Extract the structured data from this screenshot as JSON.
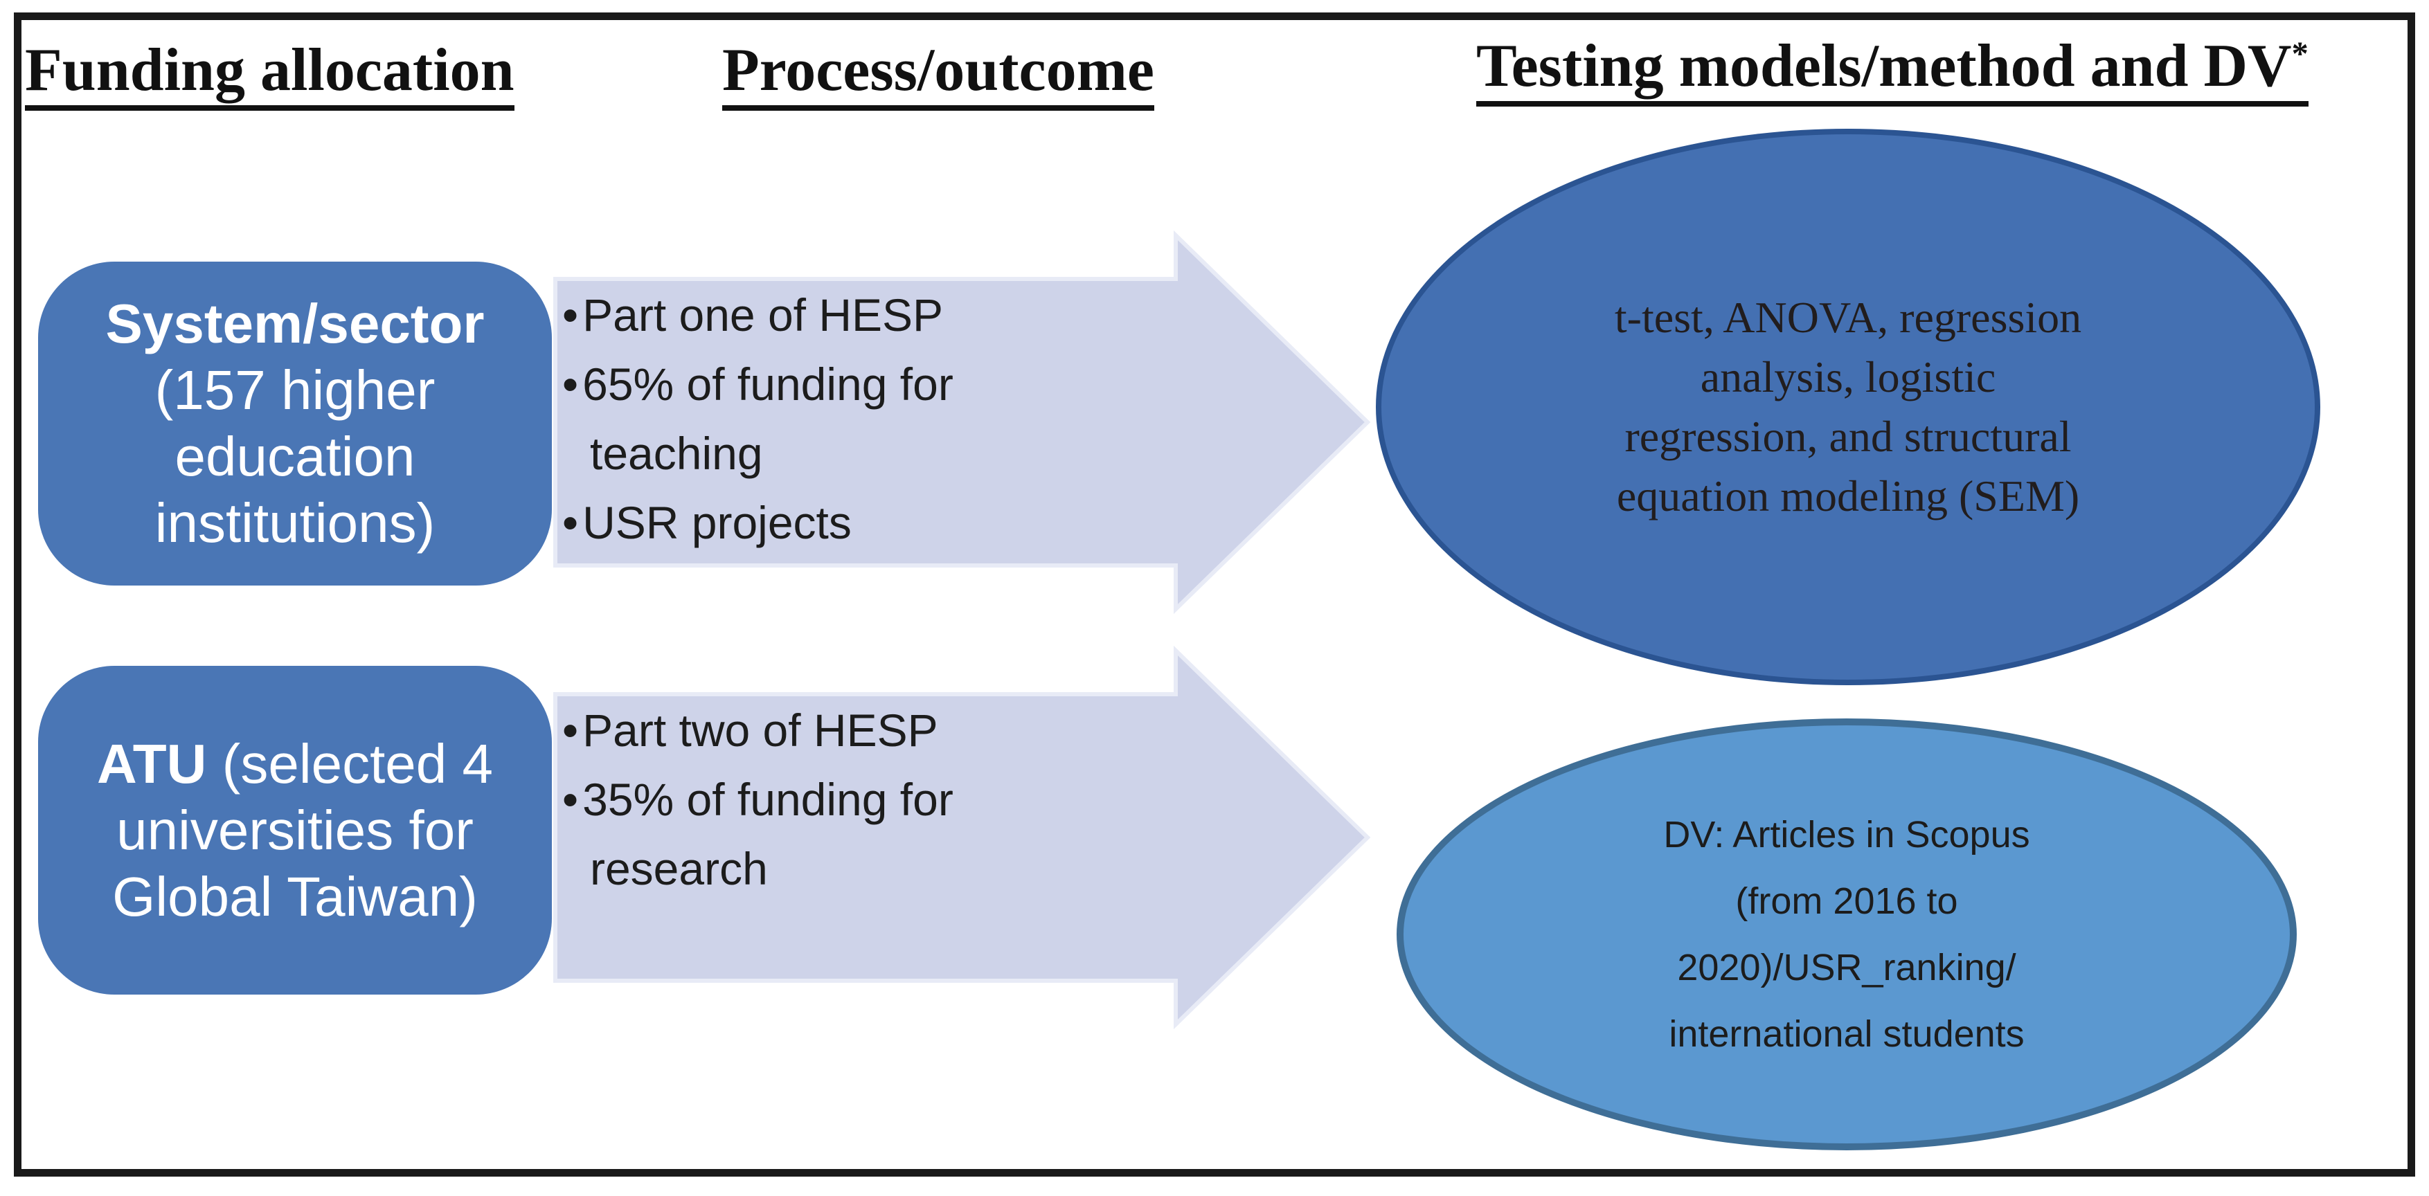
{
  "headers": [
    {
      "label": "Funding allocation"
    },
    {
      "label": "Process/outcome"
    },
    {
      "label": "Testing models/method and DV",
      "superscript": "*"
    }
  ],
  "funding_boxes": [
    {
      "title": "System/sector",
      "lines": [
        "(157 higher",
        "education",
        "institutions)"
      ]
    },
    {
      "title": "ATU",
      "title_rest": " (selected 4",
      "lines": [
        "universities for",
        "Global Taiwan)"
      ]
    }
  ],
  "process_arrows": [
    {
      "bullets": [
        "Part one of HESP",
        "65% of funding for teaching",
        "USR projects"
      ]
    },
    {
      "bullets": [
        "Part two of HESP",
        "35% of funding for research"
      ]
    }
  ],
  "method_ellipses": [
    {
      "lines": [
        "t-test, ANOVA, regression",
        "analysis, logistic",
        "regression, and structural",
        "equation modeling (SEM)"
      ]
    },
    {
      "lines": [
        "DV: Articles in Scopus",
        "(from 2016 to",
        "2020)/USR_ranking/",
        "international students"
      ]
    }
  ],
  "colors": {
    "box-blue": "#4a76b5",
    "arrow-fill": "#ced3e9",
    "arrow-border": "#e8ebf6",
    "ellipse1-fill": "#4470b2",
    "ellipse1-border": "#2b5492",
    "ellipse2-fill": "#5b98d0",
    "ellipse2-border": "#3f6e96"
  }
}
